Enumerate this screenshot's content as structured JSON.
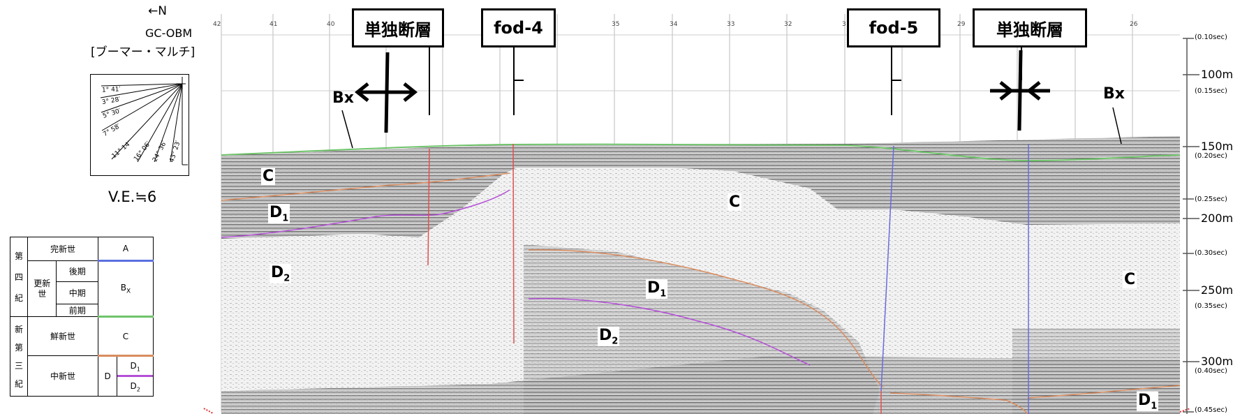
{
  "header": {
    "north": "←N",
    "survey_line": "GC-OBM",
    "method": "[ブーマー・マルチ]"
  },
  "angle_legend": {
    "labels": [
      "1° 41′",
      "3° 28′",
      "5° 30′",
      "7° 58′",
      "11° 14′",
      "16° 06′",
      "24° 36′",
      "43° 23′"
    ]
  },
  "vertical_exaggeration": "V.E.≒6",
  "stratigraphy": {
    "periods": [
      {
        "label": "第\n四\n紀"
      },
      {
        "label": "新\n第\n三\n紀"
      }
    ],
    "epoch_holocene": "完新世",
    "epoch_pleistocene": "更新\n世",
    "sub_late": "後期",
    "sub_middle": "中期",
    "sub_early": "前期",
    "epoch_pliocene": "鮮新世",
    "epoch_miocene": "中新世",
    "unit_a": "A",
    "unit_bx": "Bx",
    "unit_c": "C",
    "unit_d": "D",
    "unit_d1": "D1",
    "unit_d2": "D2",
    "colors": {
      "a": "#5b6fe0",
      "bx": "#6fc46a",
      "c": "#d98c5f",
      "d": "#b44fd6"
    }
  },
  "shot_ticks": [
    "42",
    "41",
    "40",
    "35",
    "34",
    "33",
    "32",
    "3",
    "29",
    "26"
  ],
  "callouts": {
    "single_fault_left": "単独断層",
    "fod4": "fod-4",
    "fod5": "fod-5",
    "single_fault_right": "単独断層"
  },
  "depth_scale": [
    {
      "depth": "",
      "sec": "(0.10sec)"
    },
    {
      "depth": "100m",
      "sec": "(0.15sec)"
    },
    {
      "depth": "150m",
      "sec": "(0.20sec)"
    },
    {
      "depth": "",
      "sec": "(0.25sec)"
    },
    {
      "depth": "200m",
      "sec": ""
    },
    {
      "depth": "",
      "sec": "(0.30sec)"
    },
    {
      "depth": "250m",
      "sec": "(0.35sec)"
    },
    {
      "depth": "300m",
      "sec": "(0.40sec)"
    },
    {
      "depth": "",
      "sec": "(0.45sec)"
    }
  ],
  "unit_labels": {
    "bx_left": "Bx",
    "bx_right": "Bx",
    "c_left": "C",
    "c_mid": "C",
    "c_right": "C",
    "d1_left": "D1",
    "d1_mid": "D1",
    "d1_right": "D1",
    "d2_left": "D2",
    "d2_mid": "D2"
  }
}
